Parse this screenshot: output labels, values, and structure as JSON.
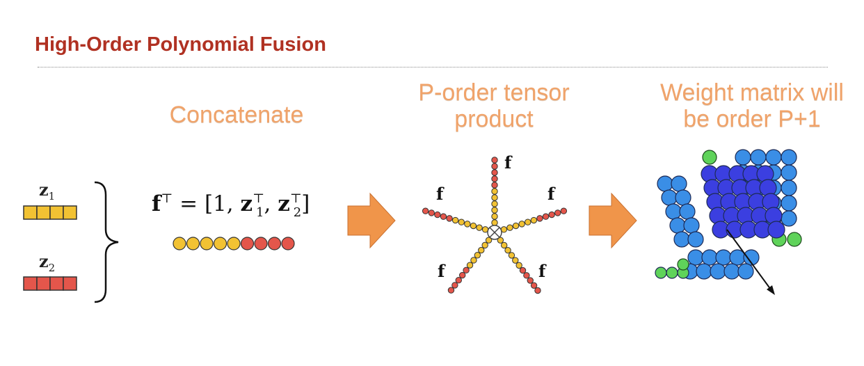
{
  "slide": {
    "title": "High-Order Polynomial Fusion"
  },
  "steps": {
    "concat": "Concatenate",
    "tensor_line1": "P-order tensor",
    "tensor_line2": "product",
    "weight_line1": "Weight matrix will",
    "weight_line2": "be order P+1"
  },
  "inputs": {
    "z1": {
      "base": "z",
      "sub": "1",
      "color": "#f2c233"
    },
    "z2": {
      "base": "z",
      "sub": "2",
      "color": "#e4564b"
    }
  },
  "equation": {
    "lhs": "f",
    "sup": "⊤",
    "eq": " = [1, ",
    "z": "z",
    "s1": "1",
    "s2": "2",
    "comma": ", ",
    "close": "]"
  },
  "tensor": {
    "branch_label": "f",
    "operator": "⊗"
  },
  "colors": {
    "title": "#b03122",
    "heading": "#f0a36a",
    "arrow": "#f0954a",
    "yellow": "#f2c233",
    "red": "#e4564b",
    "dark_blue": "#3b3fe0",
    "light_blue": "#3a8ee6",
    "green": "#5fd35a"
  },
  "icons": [
    "curly-brace-icon",
    "right-arrow-icon",
    "tensor-product-icon"
  ]
}
